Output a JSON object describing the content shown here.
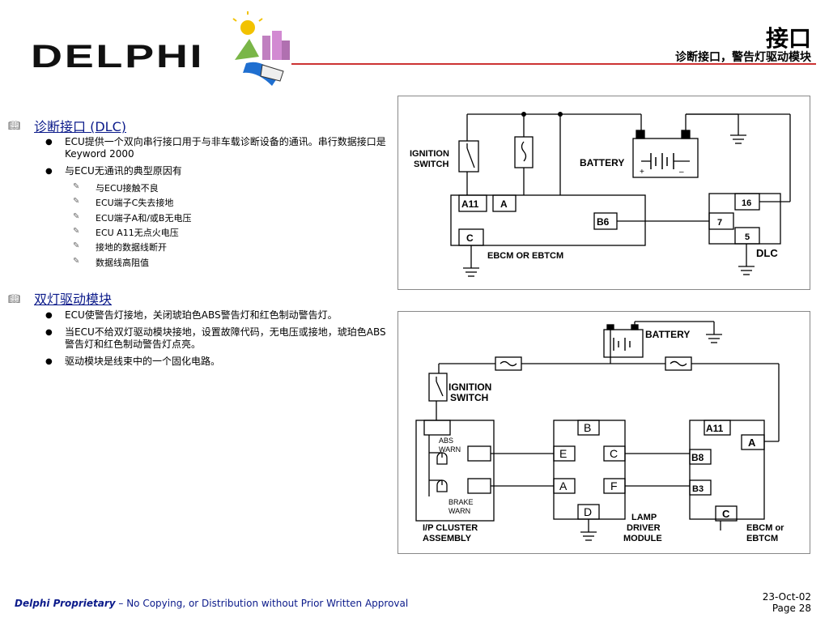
{
  "header": {
    "logo": "DELPHI",
    "title": "接口",
    "subtitle": "诊断接口，警告灯驱动模块"
  },
  "sections": [
    {
      "heading": "诊断接口 (DLC)",
      "bullets": [
        "ECU提供一个双向串行接口用于与非车载诊断设备的通讯。串行数据接口是Keyword 2000",
        "与ECU无通讯的典型原因有"
      ],
      "subbullets": [
        "与ECU接触不良",
        "ECU端子C失去接地",
        "ECU端子A和/或B无电压",
        "ECU A11无点火电压",
        "接地的数据线断开",
        "数据线高阻值"
      ]
    },
    {
      "heading": "双灯驱动模块",
      "bullets": [
        "ECU使警告灯接地，关闭琥珀色ABS警告灯和红色制动警告灯。",
        "当ECU不给双灯驱动模块接地，设置故障代码，无电压或接地，琥珀色ABS警告灯和红色制动警告灯点亮。",
        "驱动模块是线束中的一个固化电路。"
      ]
    }
  ],
  "diagram1": {
    "ignition": [
      "IGNITION",
      "SWITCH"
    ],
    "battery": "BATTERY",
    "plus": "+",
    "minus": "–",
    "ecu_label": "EBCM OR EBTCM",
    "pins": {
      "a11": "A11",
      "a": "A",
      "b6": "B6",
      "c": "C"
    },
    "dlc_label": "DLC",
    "dlc_pins": {
      "p16": "16",
      "p7": "7",
      "p5": "5"
    }
  },
  "diagram2": {
    "battery": "BATTERY",
    "ignition": [
      "IGNITION",
      "SWITCH"
    ],
    "cluster": [
      "I/P CLUSTER",
      "ASSEMBLY"
    ],
    "abs": [
      "ABS",
      "WARN"
    ],
    "brake": [
      "BRAKE",
      "WARN"
    ],
    "lamp": [
      "LAMP",
      "DRIVER",
      "MODULE"
    ],
    "lamp_pins": {
      "b": "B",
      "e": "E",
      "c": "C",
      "a": "A",
      "f": "F",
      "d": "D"
    },
    "ecu": [
      "EBCM or",
      "EBTCM"
    ],
    "ecu_pins": {
      "a11": "A11",
      "a": "A",
      "b8": "B8",
      "b3": "B3",
      "c": "C"
    }
  },
  "footer": {
    "proprietary": "Delphi Proprietary",
    "notice": " – No Copying, or Distribution without Prior Written Approval",
    "date": "23-Oct-02",
    "page": "Page 28"
  },
  "colors": {
    "title_rule": "#cc3333",
    "heading": "#0b1a8a"
  }
}
